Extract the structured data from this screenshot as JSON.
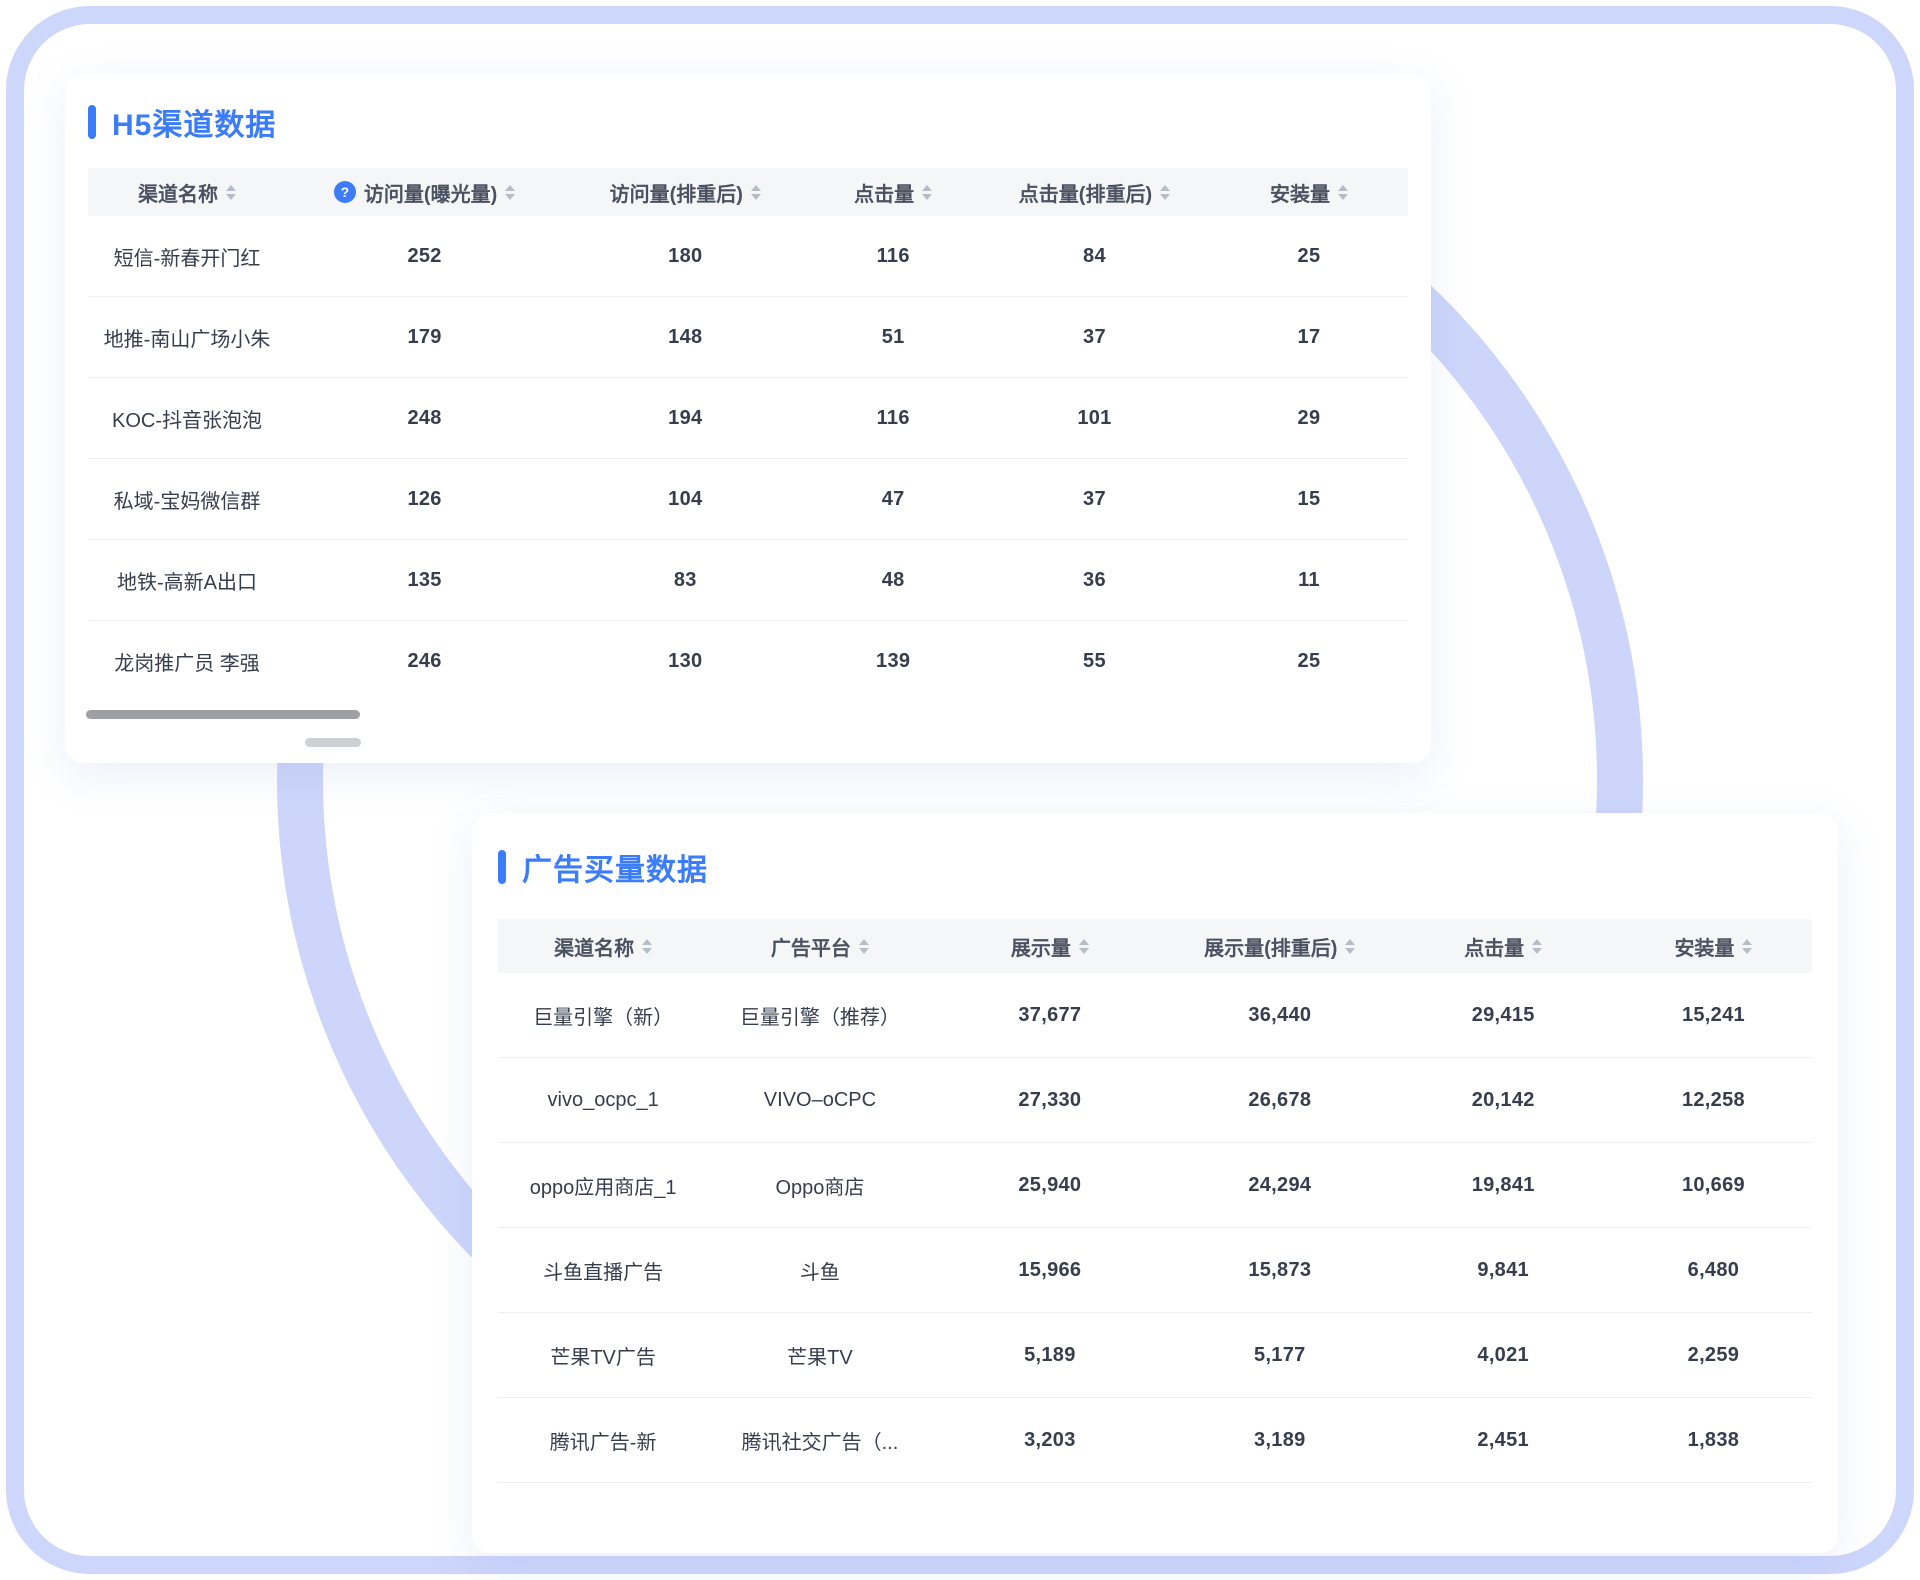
{
  "theme": {
    "accent": "#3b7cfa",
    "frame_color": "#cdd6fb",
    "ring_color": "#cdd6fa",
    "header_bg": "#f5f6f8"
  },
  "h5_card": {
    "title": "H5渠道数据",
    "columns": [
      {
        "label": "渠道名称",
        "help": false
      },
      {
        "label": "访问量(曝光量)",
        "help": true
      },
      {
        "label": "访问量(排重后)",
        "help": false
      },
      {
        "label": "点击量",
        "help": false
      },
      {
        "label": "点击量(排重后)",
        "help": false
      },
      {
        "label": "安装量",
        "help": false
      }
    ],
    "rows": [
      {
        "name": "短信-新春开门红",
        "values": [
          "252",
          "180",
          "116",
          "84",
          "25"
        ]
      },
      {
        "name": "地推-南山广场小朱",
        "values": [
          "179",
          "148",
          "51",
          "37",
          "17"
        ]
      },
      {
        "name": "KOC-抖音张泡泡",
        "values": [
          "248",
          "194",
          "116",
          "101",
          "29"
        ]
      },
      {
        "name": "私域-宝妈微信群",
        "values": [
          "126",
          "104",
          "47",
          "37",
          "15"
        ]
      },
      {
        "name": "地铁-高新A出口",
        "values": [
          "135",
          "83",
          "48",
          "36",
          "11"
        ]
      },
      {
        "name": "龙岗推广员 李强",
        "values": [
          "246",
          "130",
          "139",
          "55",
          "25"
        ]
      }
    ],
    "help_glyph": "?"
  },
  "ad_card": {
    "title": "广告买量数据",
    "columns": [
      {
        "label": "渠道名称",
        "help": false
      },
      {
        "label": "广告平台",
        "help": false
      },
      {
        "label": "展示量",
        "help": false
      },
      {
        "label": "展示量(排重后)",
        "help": false
      },
      {
        "label": "点击量",
        "help": false
      },
      {
        "label": "安装量",
        "help": false
      }
    ],
    "rows": [
      {
        "name": "巨量引擎（新）",
        "values": [
          "巨量引擎（推荐）",
          "37,677",
          "36,440",
          "29,415",
          "15,241"
        ]
      },
      {
        "name": "vivo_ocpc_1",
        "values": [
          "VIVO–oCPC",
          "27,330",
          "26,678",
          "20,142",
          "12,258"
        ]
      },
      {
        "name": "oppo应用商店_1",
        "values": [
          "Oppo商店",
          "25,940",
          "24,294",
          "19,841",
          "10,669"
        ]
      },
      {
        "name": "斗鱼直播广告",
        "values": [
          "斗鱼",
          "15,966",
          "15,873",
          "9,841",
          "6,480"
        ]
      },
      {
        "name": "芒果TV广告",
        "values": [
          "芒果TV",
          "5,189",
          "5,177",
          "4,021",
          "2,259"
        ]
      },
      {
        "name": "腾讯广告-新",
        "values": [
          "腾讯社交广告（...",
          "3,203",
          "3,189",
          "2,451",
          "1,838"
        ]
      }
    ]
  }
}
